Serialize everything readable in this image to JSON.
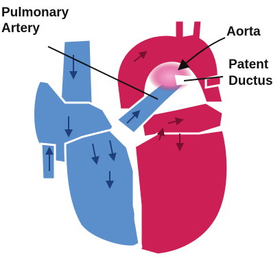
{
  "labels": {
    "pulmonary_line1": "Pulmonary",
    "pulmonary_line2": "Artery",
    "aorta": "Aorta",
    "patent_line1": "Patent",
    "patent_line2": "Ductus"
  },
  "colors": {
    "oxygenated": "#cc1f55",
    "deoxygenated": "#5b8fcb",
    "mixed_glow": "#e77ab0",
    "outline": "#ffffff",
    "arrow": "#1f3f7a",
    "pointer": "#111111"
  }
}
